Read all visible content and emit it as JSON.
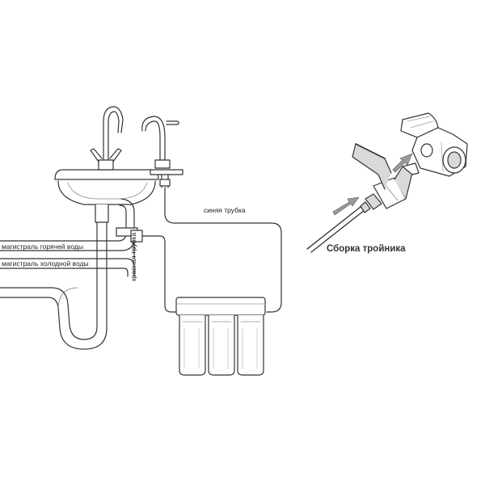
{
  "labels": {
    "hot_water_main": "магистраль горячей воды",
    "cold_water_main": "магистраль холодной воды",
    "blue_tube": "синяя трубка",
    "red_tube": "красная трубка",
    "tee_assembly_title": "Сборка тройника"
  },
  "colors": {
    "line": "#333333",
    "arrow_fill": "#9a9a9a",
    "metal": "#d9d9d9"
  }
}
